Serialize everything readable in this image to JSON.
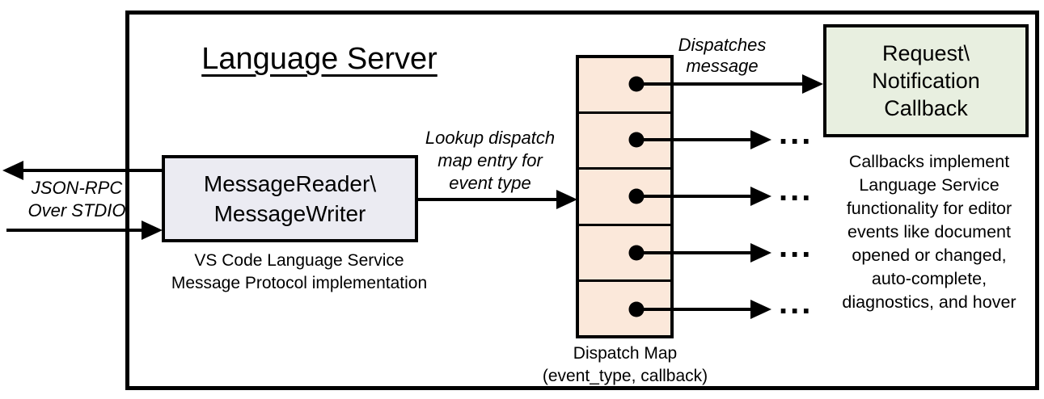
{
  "diagram": {
    "title": "Language Server",
    "io": {
      "line1": "JSON-RPC",
      "line2": "Over STDIO"
    },
    "reader": {
      "line1": "MessageReader\\",
      "line2": "MessageWriter",
      "caption1": "VS Code Language Service",
      "caption2": "Message Protocol implementation"
    },
    "lookup": {
      "line1": "Lookup dispatch",
      "line2": "map entry for",
      "line3": "event type"
    },
    "dispatch": {
      "line1": "Dispatches",
      "line2": "message"
    },
    "map": {
      "caption1": "Dispatch Map",
      "caption2": "(event_type, callback)",
      "cell_count": 5
    },
    "callback": {
      "line1": "Request\\",
      "line2": "Notification",
      "line3": "Callback"
    },
    "note": {
      "line1": "Callbacks implement",
      "line2": "Language Service",
      "line3": "functionality for editor",
      "line4": "events like document",
      "line5": "opened or changed,",
      "line6": "auto-complete,",
      "line7": "diagnostics, and hover"
    },
    "ellipsis": "...",
    "colors": {
      "reader_fill": "#ebebf2",
      "dispatch_map_fill": "#fbe8da",
      "callback_fill": "#e8efe0",
      "line": "#000000",
      "background": "#ffffff"
    }
  }
}
